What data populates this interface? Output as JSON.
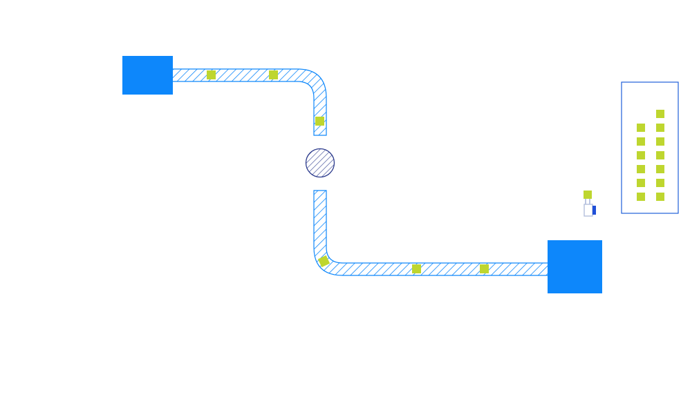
{
  "colors": {
    "background": "#ffffff",
    "station": "#0d87fb",
    "conveyor_hatch": "#0d87fb",
    "package": "#bed62f",
    "junction_stroke": "#2b3a8c",
    "storage_border": "#1f5fd9",
    "robot_body": "#c8d1e8",
    "robot_accent": "#1f4fd8"
  },
  "diagram": {
    "conveyor_packages_upper": 3,
    "conveyor_packages_lower": 3,
    "packages_carried_by_robot": 1,
    "storage_rack": {
      "columns": 2,
      "left_column_packages": 6,
      "right_column_packages": 7
    }
  }
}
